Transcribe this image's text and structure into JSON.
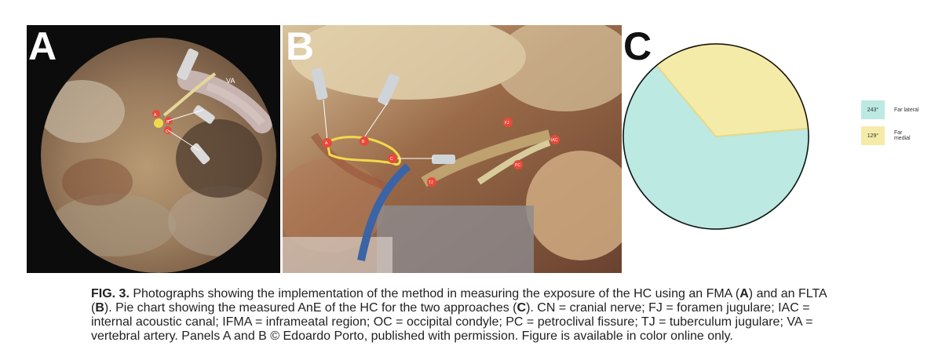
{
  "panels": {
    "a": {
      "letter": "A",
      "labels": {
        "va": "VA",
        "a": "A",
        "b": "B",
        "c": "C"
      }
    },
    "b": {
      "letter": "B",
      "labels": {
        "a": "A",
        "b": "B",
        "c": "C",
        "fj": "FJ",
        "iac": "IAC",
        "pc": "PC",
        "tj": "TJ"
      }
    },
    "c": {
      "letter": "C"
    }
  },
  "chart_data": {
    "type": "pie",
    "slices": [
      {
        "label": "Far lateral",
        "value_label": "243°",
        "value": 243,
        "color": "#bce9e2"
      },
      {
        "label": "Far medial",
        "value_label": "129°",
        "value": 129,
        "color": "#f5eba8"
      }
    ],
    "legend_position": "right"
  },
  "caption": {
    "fig_label": "FIG. 3.",
    "seg1": " Photographs showing the implementation of the method in measuring the exposure of the HC using an FMA (",
    "bold_a": "A",
    "seg2": ") and an FLTA (",
    "bold_b": "B",
    "seg3": "). Pie chart showing the measured AnE of the HC for the two approaches (",
    "bold_c": "C",
    "seg4": "). CN = cranial nerve; FJ = foramen jugulare; IAC = internal acoustic canal; IFMA = inframeatal region; OC = occipital condyle; PC = petroclival fissure; TJ = tuberculum jugulare; VA = vertebral artery. Panels A and B © Edoardo Porto, published with permission. Figure is available in color online only."
  }
}
